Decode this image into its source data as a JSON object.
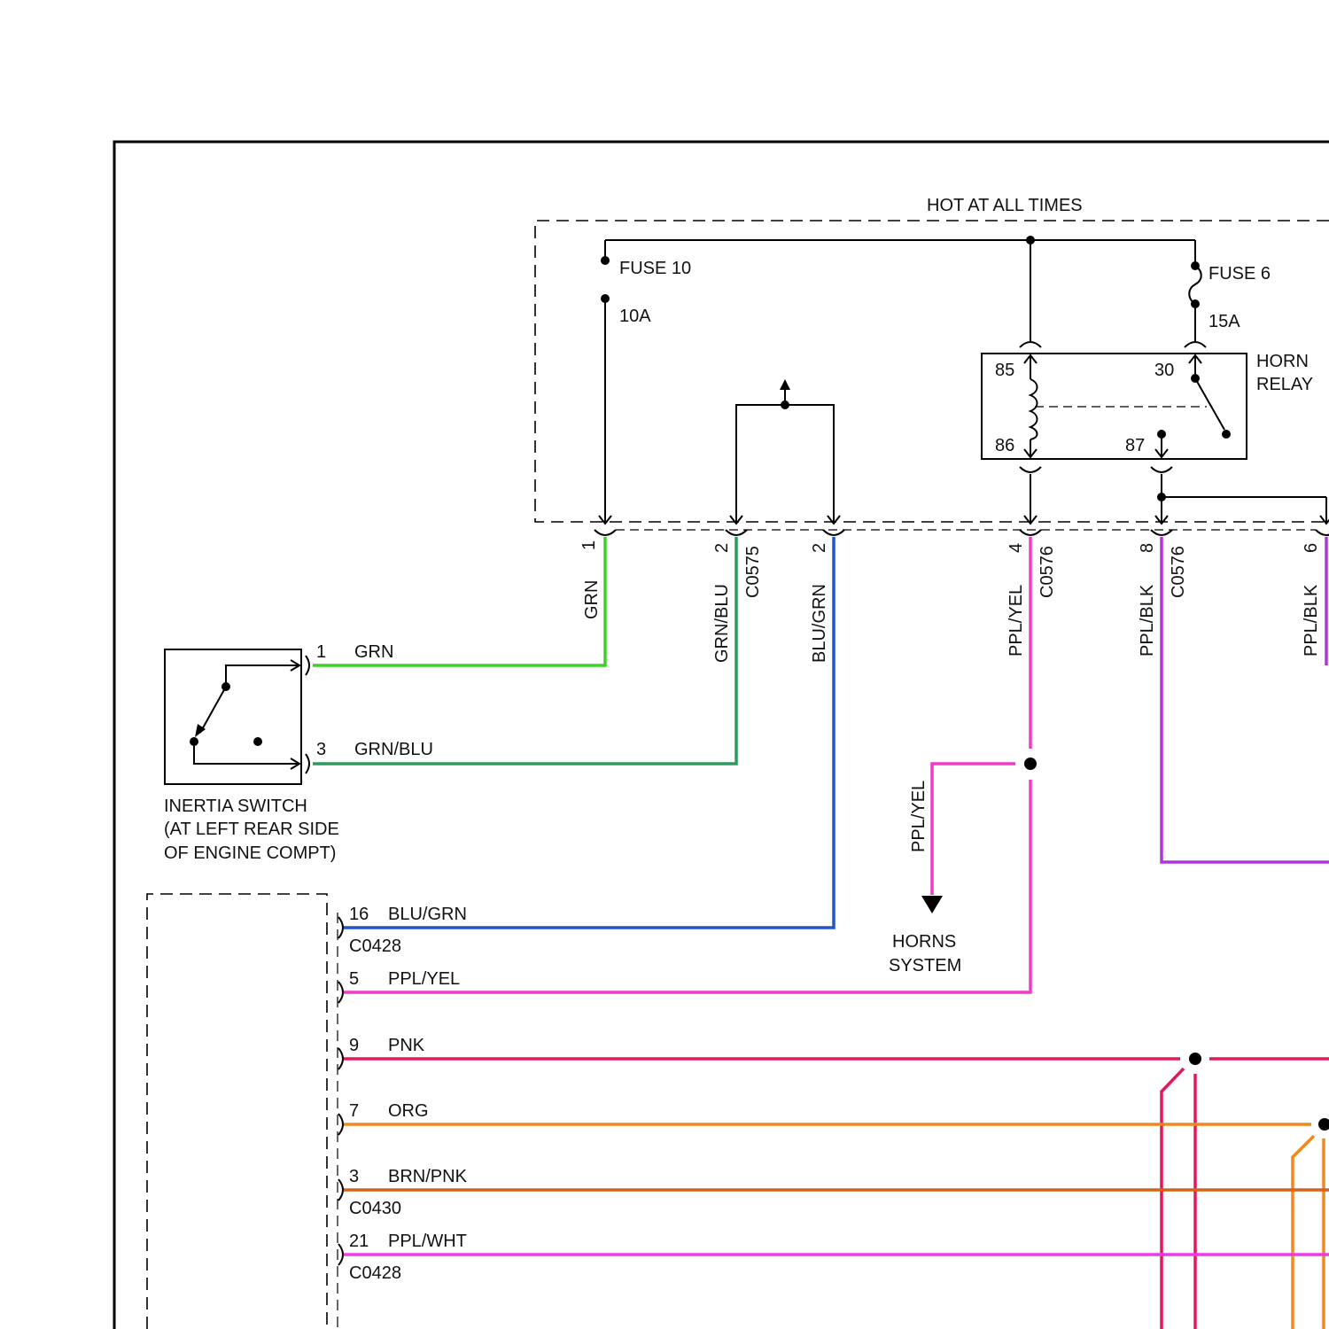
{
  "colors": {
    "GRN": "#3fd12a",
    "GRN_BLU": "#2e9a5e",
    "BLU_GRN": "#2255c8",
    "PPL_YEL": "#f03ac8",
    "PPL_BLK": "#b035d8",
    "PNK": "#e2185a",
    "ORG": "#f08a1e",
    "BRN_PNK": "#d4641c",
    "PPL_WHT": "#ef3ae6"
  },
  "power": {
    "hot_label": "HOT AT ALL TIMES",
    "fuse10_name": "FUSE 10",
    "fuse10_rating": "10A",
    "fuse6_name": "FUSE 6",
    "fuse6_rating": "15A"
  },
  "relay": {
    "name_line1": "HORN",
    "name_line2": "RELAY",
    "pin85": "85",
    "pin86": "86",
    "pin30": "30",
    "pin87": "87"
  },
  "upper_connectors": {
    "pin_grn": "1",
    "pin_grnblu": "2",
    "pin_blugrn": "2",
    "pin_pplyel": "4",
    "pin_pplblk": "8",
    "pin_pplblk2": "6",
    "c0575": "C0575",
    "c0576_a": "C0576",
    "c0576_b": "C0576"
  },
  "wire_labels": {
    "grn_vert": "GRN",
    "grnblu_vert": "GRN/BLU",
    "blugrn_vert": "BLU/GRN",
    "pplyel_vert": "PPL/YEL",
    "pplblk_vert": "PPL/BLK",
    "pplblk2_vert": "PPL/BLK",
    "pplyel_branch": "PPL/YEL"
  },
  "inertia_switch": {
    "pin1": "1",
    "pin1_color": "GRN",
    "pin3": "3",
    "pin3_color": "GRN/BLU",
    "caption_line1": "INERTIA SWITCH",
    "caption_line2": "(AT LEFT REAR SIDE",
    "caption_line3": "OF ENGINE COMPT)"
  },
  "horns": {
    "line1": "HORNS",
    "line2": "SYSTEM"
  },
  "lower_connector": {
    "rows": [
      {
        "pin": "16",
        "color": "BLU/GRN",
        "conn": "C0428"
      },
      {
        "pin": "5",
        "color": "PPL/YEL",
        "conn": ""
      },
      {
        "pin": "9",
        "color": "PNK",
        "conn": ""
      },
      {
        "pin": "7",
        "color": "ORG",
        "conn": ""
      },
      {
        "pin": "3",
        "color": "BRN/PNK",
        "conn": "C0430"
      },
      {
        "pin": "21",
        "color": "PPL/WHT",
        "conn": "C0428"
      }
    ]
  }
}
